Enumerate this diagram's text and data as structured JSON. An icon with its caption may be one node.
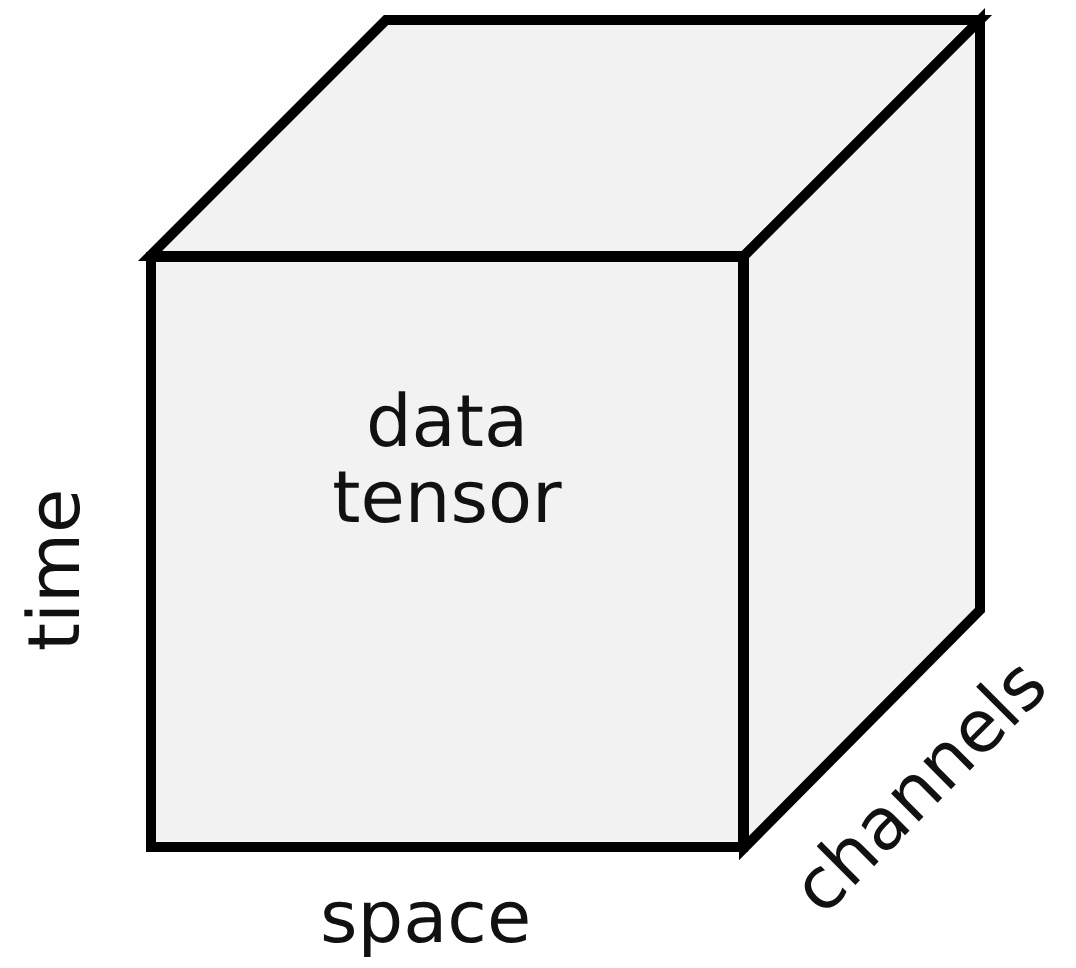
{
  "diagram": {
    "nodes": [
      {
        "text": [
          "data tensor"
        ]
      }
    ],
    "edges": [],
    "labels": [
      "time",
      "space",
      "channels"
    ]
  }
}
